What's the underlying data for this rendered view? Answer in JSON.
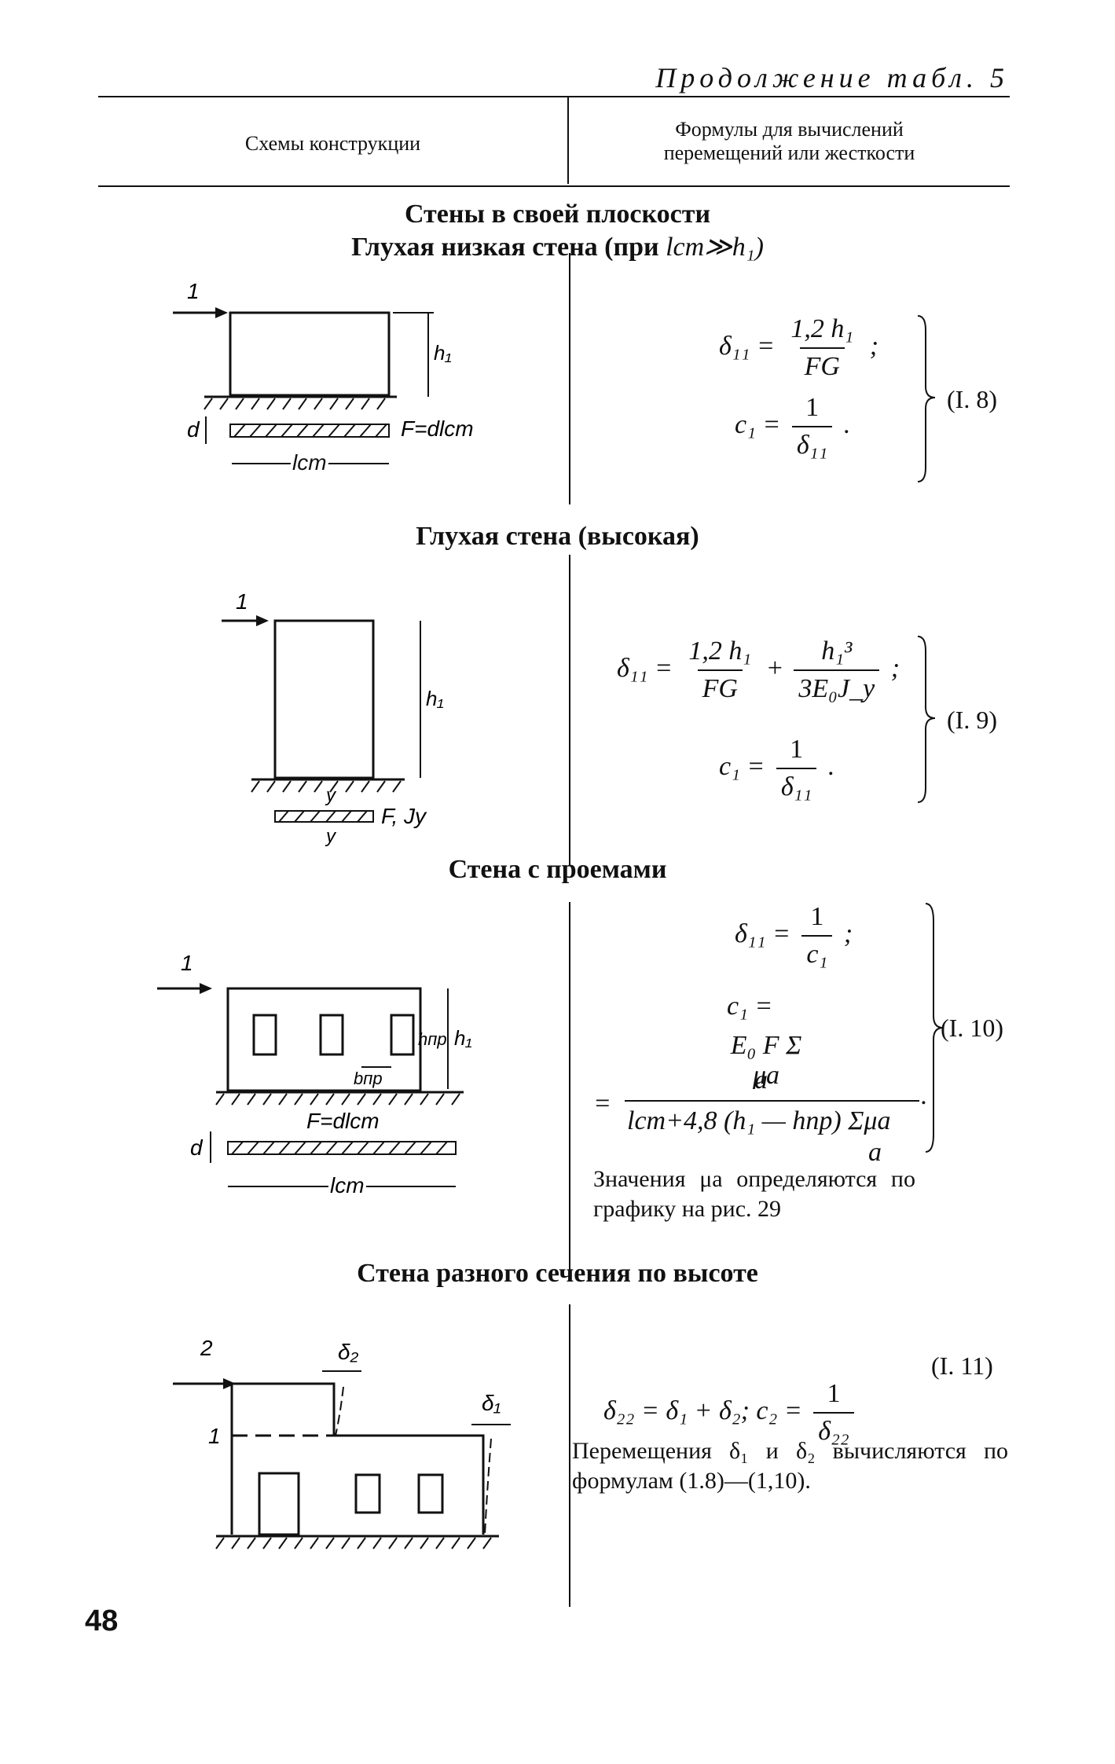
{
  "header": {
    "continuation": "Продолжение табл. 5",
    "col1": "Схемы конструкции",
    "col2_line1": "Формулы для вычислений",
    "col2_line2": "перемещений или жесткости"
  },
  "sections": {
    "title_main": "Стены в своей плоскости",
    "blind_low_wall": "Глухая низкая стена (при",
    "blind_low_cond": "lст≫h₁)",
    "blind_high_wall": "Глухая стена (высокая)",
    "wall_openings": "Стена с проемами",
    "wall_variable": "Стена разного сечения по высоте"
  },
  "formulas": {
    "f8": {
      "d11": "δ₁₁ =",
      "num": "1,2 h₁",
      "den": "FG",
      "sep": ";",
      "c1": "c₁ =",
      "c1_num": "1",
      "c1_den": "δ₁₁",
      "end": ".",
      "tag": "(I. 8)"
    },
    "f9": {
      "d11": "δ₁₁ =",
      "num1": "1,2 h₁",
      "den1": "FG",
      "plus": "+",
      "num2": "h₁³",
      "den2": "3E₀J_y",
      "sep": ";",
      "c1": "c₁ =",
      "c1_num": "1",
      "c1_den": "δ₁₁",
      "end": ".",
      "tag": "(I. 9)"
    },
    "f10": {
      "d11": "δ₁₁ =",
      "d11_num": "1",
      "d11_den": "c₁",
      "sep": ";",
      "c1": "c₁ =",
      "big_num_top": "E₀ F Σ μa",
      "big_num_bottom": "a",
      "eq": "=",
      "big_den": "lст+4,8 (h₁ — hпр) Σμa",
      "big_den_sub": "a",
      "end": ".",
      "tag": "(I. 10)",
      "note": "Значения μa определяются по графику на рис. 29"
    },
    "f11": {
      "lhs": "δ₂₂ = δ₁ + δ₂; c₂ =",
      "num": "1",
      "den": "δ₂₂",
      "tag": "(I. 11)",
      "note": "Перемещения δ₁ и δ₂ вычисляются по формулам (1.8)—(1,10)."
    }
  },
  "diagram_labels": {
    "force1": "1",
    "h1": "h₁",
    "d": "d",
    "F_area": "F=dlст",
    "l_wall": "lст",
    "y": "y",
    "F_Jy": "F, Jy",
    "h_op": "hпр",
    "b_op": "bпр",
    "force2": "2",
    "level1": "1",
    "delta2": "δ₂",
    "delta1": "δ₁"
  },
  "page_number": "48"
}
